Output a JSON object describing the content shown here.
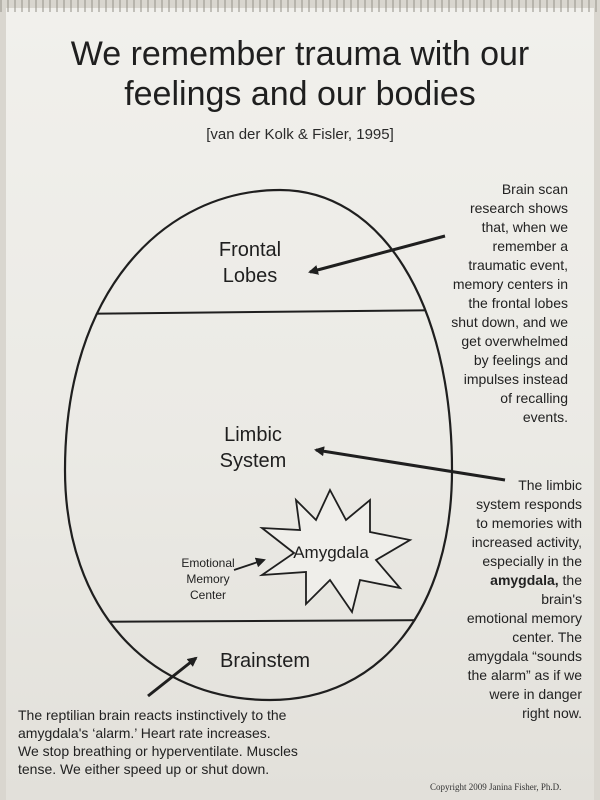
{
  "title": "We remember trauma with our feelings and our bodies",
  "citation": "[van der Kolk & Fisler, 1995]",
  "regions": {
    "frontal_lobes": [
      "Frontal",
      "Lobes"
    ],
    "limbic_system": [
      "Limbic",
      "System"
    ],
    "amygdala": "Amygdala",
    "brainstem": "Brainstem"
  },
  "emotional_memory_center": [
    "Emotional",
    "Memory",
    "Center"
  ],
  "notes": {
    "frontal": [
      "Brain scan",
      "research shows",
      "that, when we",
      "remember a",
      "traumatic event,",
      "memory centers in",
      "the frontal lobes",
      "shut down, and we",
      "get overwhelmed",
      "by feelings and",
      "impulses instead",
      "of recalling",
      "events."
    ],
    "limbic_lines": [
      "The limbic",
      "system responds",
      "to memories with",
      "increased activity,",
      "especially in the"
    ],
    "limbic_bold": "amygdala,",
    "limbic_after_bold": " the",
    "limbic_tail": [
      "brain's",
      "emotional memory",
      "center.  The",
      "amygdala “sounds",
      "the alarm” as if we",
      "were in danger",
      "right now."
    ],
    "brainstem": [
      "The reptilian brain reacts instinctively to the",
      "amygdala's ‘alarm.’  Heart rate increases.",
      "We stop breathing or hyperventilate.  Muscles",
      "tense.  We either speed up or shut down."
    ]
  },
  "copyright": "Copyright 2009  Janina Fisher, Ph.D.",
  "colors": {
    "ink": "#1f1f1f",
    "paper": "#ecebe7",
    "background": "#d9d6cf"
  }
}
